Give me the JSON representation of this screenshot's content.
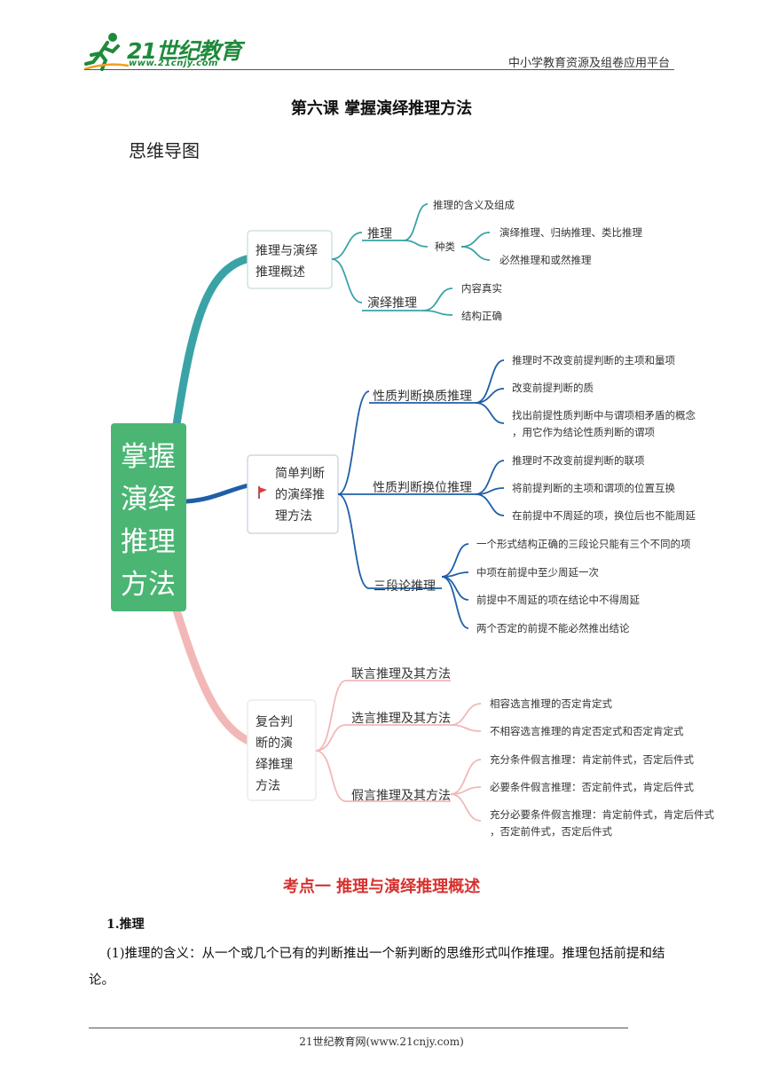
{
  "header": {
    "logo_text": "21世纪教育",
    "logo_url": "www.21cnjy.com",
    "platform": "中小学教育资源及组卷应用平台"
  },
  "title": "第六课  掌握演绎推理方法",
  "section_label": "思维导图",
  "mindmap": {
    "root_lines": [
      "掌握",
      "演绎",
      "推理",
      "方法"
    ],
    "b1": {
      "lines": [
        "推理与演绎",
        "推理概述"
      ],
      "n1": {
        "label": "推理",
        "c1": "推理的含义及组成",
        "c2": "种类",
        "g1": "演绎推理、归纳推理、类比推理",
        "g2": "必然推理和或然推理"
      },
      "n2": {
        "label": "演绎推理",
        "c1": "内容真实",
        "c2": "结构正确"
      }
    },
    "b2": {
      "lines": [
        "简单判断",
        "的演绎推",
        "理方法"
      ],
      "n1": {
        "label": "性质判断换质推理",
        "c1": "推理时不改变前提判断的主项和量项",
        "c2": "改变前提判断的质",
        "c3a": "找出前提性质判断中与谓项相矛盾的概念",
        "c3b": "，用它作为结论性质判断的谓项"
      },
      "n2": {
        "label": "性质判断换位推理",
        "c1": "推理时不改变前提判断的联项",
        "c2": "将前提判断的主项和谓项的位置互换",
        "c3": "在前提中不周延的项，换位后也不能周延"
      },
      "n3": {
        "label": "三段论推理",
        "c1": "一个形式结构正确的三段论只能有三个不同的项",
        "c2": "中项在前提中至少周延一次",
        "c3": "前提中不周延的项在结论中不得周延",
        "c4": "两个否定的前提不能必然推出结论"
      }
    },
    "b3": {
      "lines": [
        "复合判",
        "断的演",
        "绎推理",
        "方法"
      ],
      "n1": {
        "label": "联言推理及其方法"
      },
      "n2": {
        "label": "选言推理及其方法",
        "c1": "相容选言推理的否定肯定式",
        "c2": "不相容选言推理的肯定否定式和否定肯定式"
      },
      "n3": {
        "label": "假言推理及其方法",
        "c1": "充分条件假言推理：肯定前件式，否定后件式",
        "c2": "必要条件假言推理：否定前件式，肯定后件式",
        "c3a": "充分必要条件假言推理：肯定前件式，肯定后件式",
        "c3b": "，否定前件式，否定后件式"
      }
    },
    "colors": {
      "teal": "#3aa3a6",
      "blue": "#1f5fa8",
      "pink": "#f2b8b8",
      "root_bg": "#4bb573",
      "flag": "#e53935"
    }
  },
  "kd1": {
    "title": "考点一  推理与演绎推理概述",
    "sub": "1.推理",
    "para": "(1)推理的含义：从一个或几个已有的判断推出一个新判断的思维形式叫作推理。推理包括前提和结论。"
  },
  "footer": "21世纪教育网(www.21cnjy.com)"
}
